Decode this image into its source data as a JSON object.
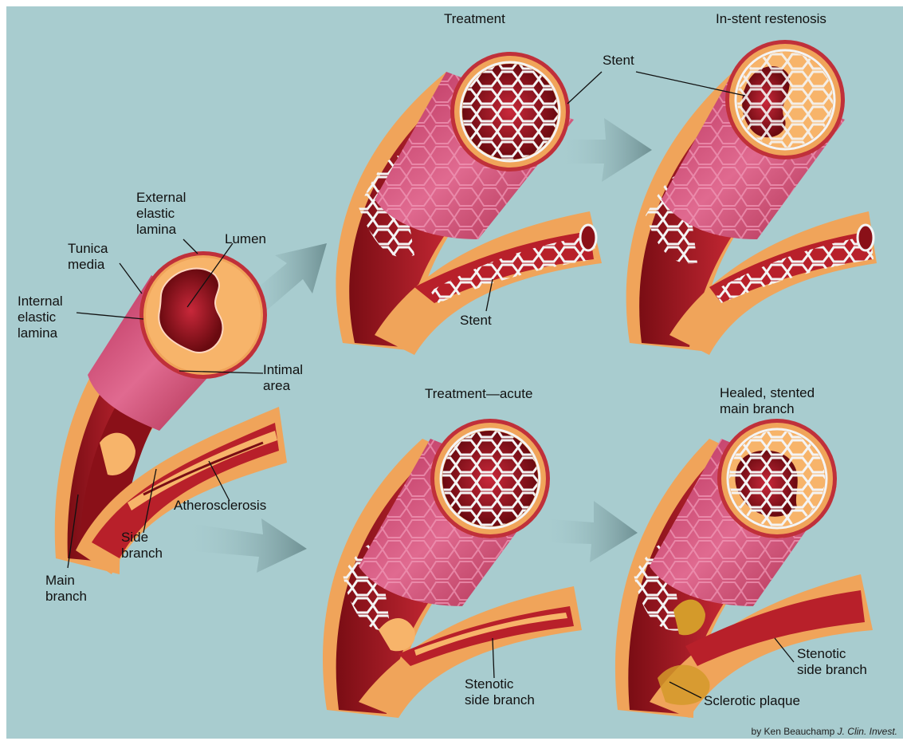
{
  "titles": {
    "treatment": "Treatment",
    "restenosis": "In-stent restenosis",
    "acute": "Treatment—acute",
    "healed": "Healed, stented\nmain branch"
  },
  "labels": {
    "external_elastic_lamina": "External\nelastic\nlamina",
    "tunica_media": "Tunica\nmedia",
    "lumen": "Lumen",
    "internal_elastic_lamina": "Internal\nelastic\nlamina",
    "intimal_area": "Intimal\narea",
    "atherosclerosis": "Atherosclerosis",
    "side_branch": "Side\nbranch",
    "main_branch": "Main\nbranch",
    "stent_top": "Stent",
    "stent_bottom": "Stent",
    "stenotic_side_branch_acute": "Stenotic\nside branch",
    "stenotic_side_branch_healed": "Stenotic\nside branch",
    "sclerotic_plaque": "Sclerotic plaque"
  },
  "credit": {
    "author": "by Ken Beauchamp",
    "journal": "J. Clin. Invest."
  },
  "colors": {
    "background": "#a8cccf",
    "vessel_outer": "#f0a45a",
    "vessel_wall": "#b8202a",
    "vessel_dark": "#7a0d14",
    "lumen": "#8e1018",
    "pink_wall": "#d94f7a",
    "stent": "#f4f4f4",
    "intima": "#f7b46a",
    "plaque": "#d49a2a",
    "arrow": "#7f9fa2"
  }
}
